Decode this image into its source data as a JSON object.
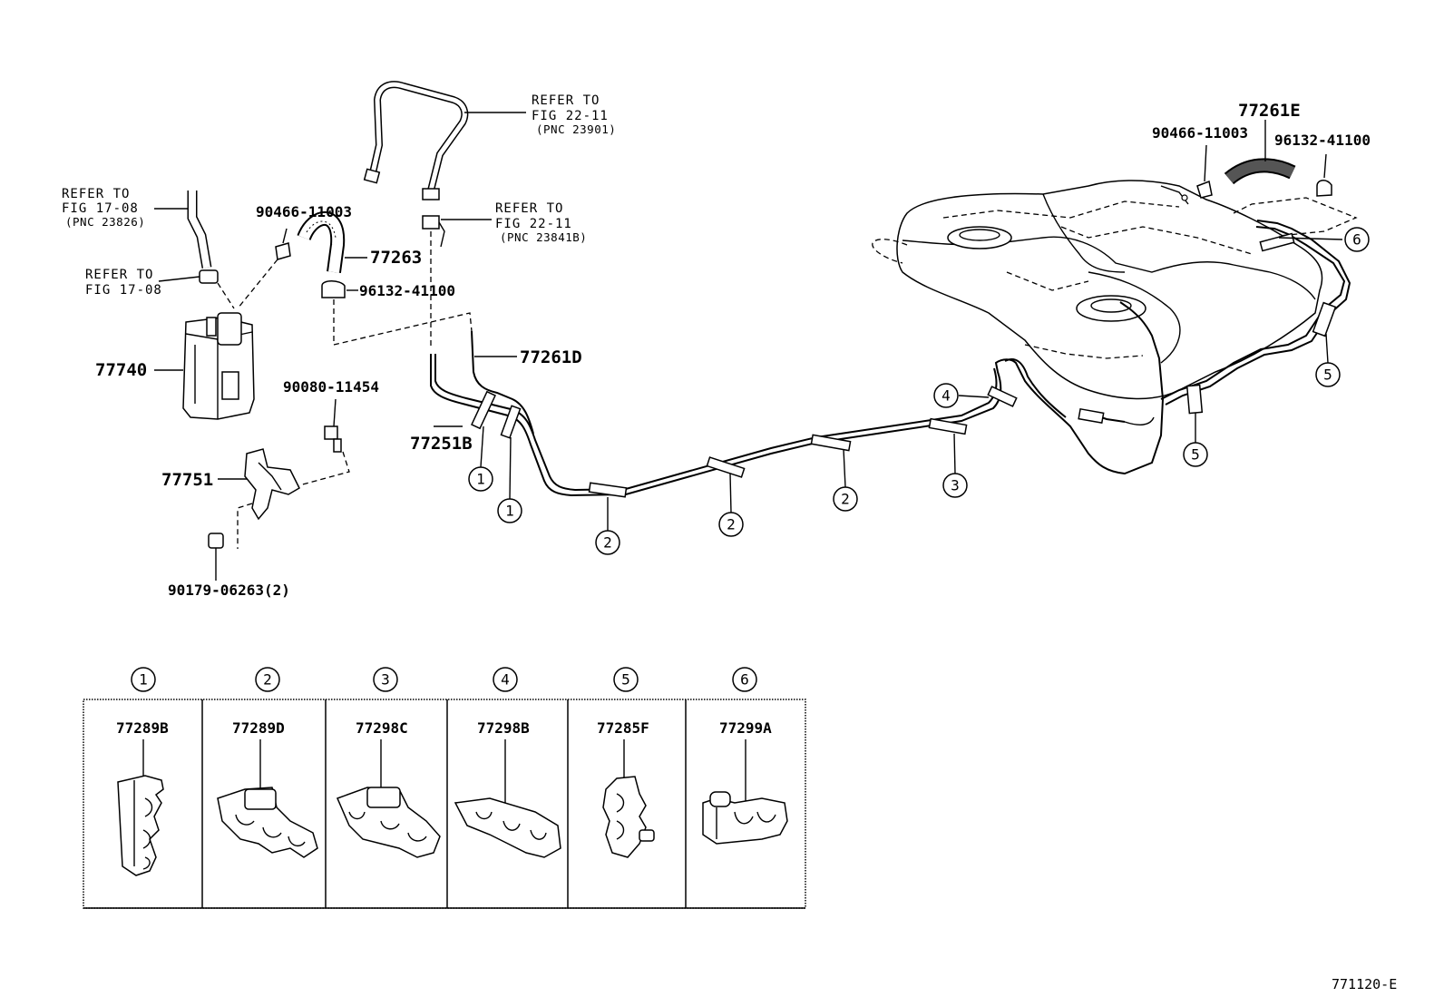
{
  "labels": {
    "p77263": "77263",
    "p96132_left": "96132-41100",
    "p90466_left": "90466-11003",
    "p77740": "77740",
    "p90080": "90080-11454",
    "p77751": "77751",
    "p90179": "90179-06263(2)",
    "p77261D": "77261D",
    "p77251B": "77251B",
    "p77261E": "77261E",
    "p90466_right": "90466-11003",
    "p96132_right": "96132-41100"
  },
  "refs": {
    "fig1708_a": [
      "REFER TO",
      "FIG 17-08",
      "(PNC 23826)"
    ],
    "fig1708_b": [
      "REFER TO",
      "FIG 17-08"
    ],
    "fig2211_a": [
      "REFER TO",
      "FIG 22-11",
      "(PNC 23901)"
    ],
    "fig2211_b": [
      "REFER TO",
      "FIG 22-11",
      "(PNC 23841B)"
    ]
  },
  "clamp_callouts": [
    "①",
    "①",
    "②",
    "②",
    "②",
    "③",
    "④",
    "⑤",
    "⑤",
    "⑥"
  ],
  "legend": [
    {
      "num": "①",
      "part": "77289B"
    },
    {
      "num": "②",
      "part": "77289D"
    },
    {
      "num": "③",
      "part": "77298C"
    },
    {
      "num": "④",
      "part": "77298B"
    },
    {
      "num": "⑤",
      "part": "77285F"
    },
    {
      "num": "⑥",
      "part": "77299A"
    }
  ],
  "figure_id": "771120-E"
}
